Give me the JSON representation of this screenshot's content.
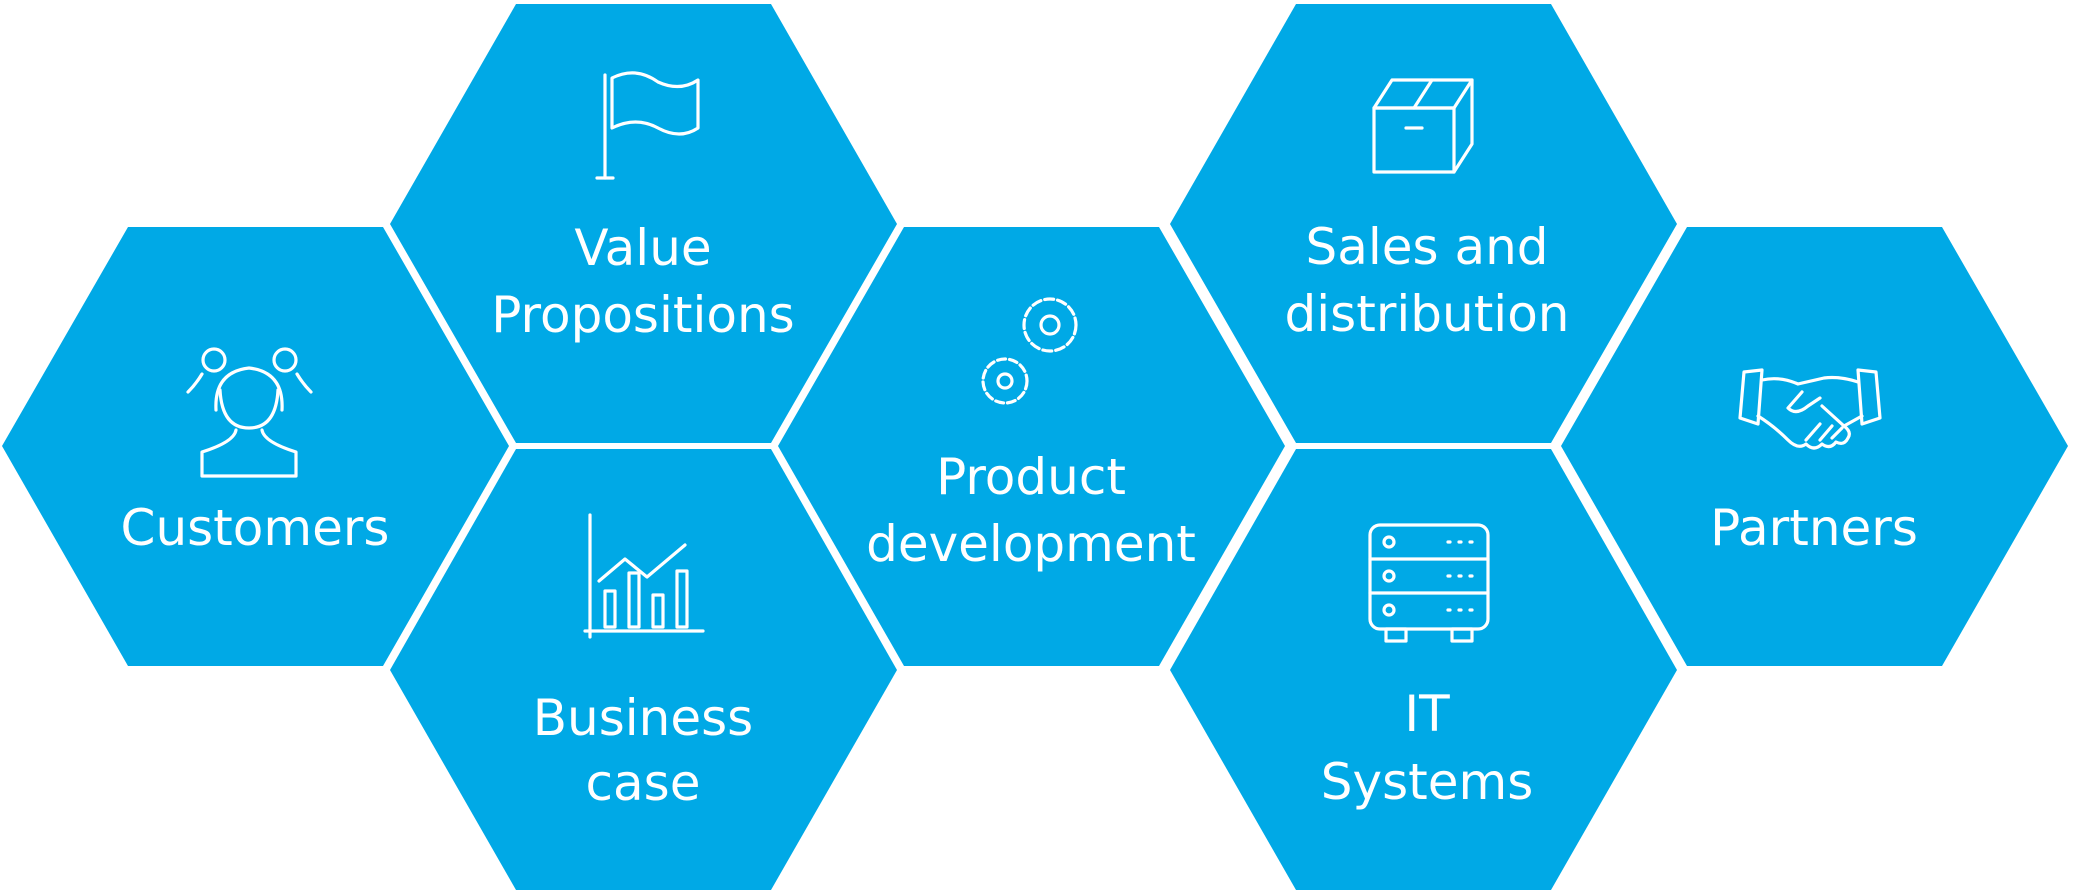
{
  "colors": {
    "hexagon": "#00A9E6",
    "background": "#FFFFFF",
    "foreground": "#FFFFFF"
  },
  "hexagons": [
    {
      "id": "customers",
      "lines": [
        "Customers"
      ],
      "icon": "people-icon"
    },
    {
      "id": "value-propositions",
      "lines": [
        "Value",
        "Propositions"
      ],
      "icon": "flag-icon"
    },
    {
      "id": "business-case",
      "lines": [
        "Business",
        "case"
      ],
      "icon": "bar-line-chart-icon"
    },
    {
      "id": "product-development",
      "lines": [
        "Product",
        "development"
      ],
      "icon": "gears-icon"
    },
    {
      "id": "sales-and-distribution",
      "lines": [
        "Sales and",
        "distribution"
      ],
      "icon": "box-icon"
    },
    {
      "id": "it-systems",
      "lines": [
        "IT",
        "Systems"
      ],
      "icon": "server-rack-icon"
    },
    {
      "id": "partners",
      "lines": [
        "Partners"
      ],
      "icon": "handshake-icon"
    }
  ]
}
